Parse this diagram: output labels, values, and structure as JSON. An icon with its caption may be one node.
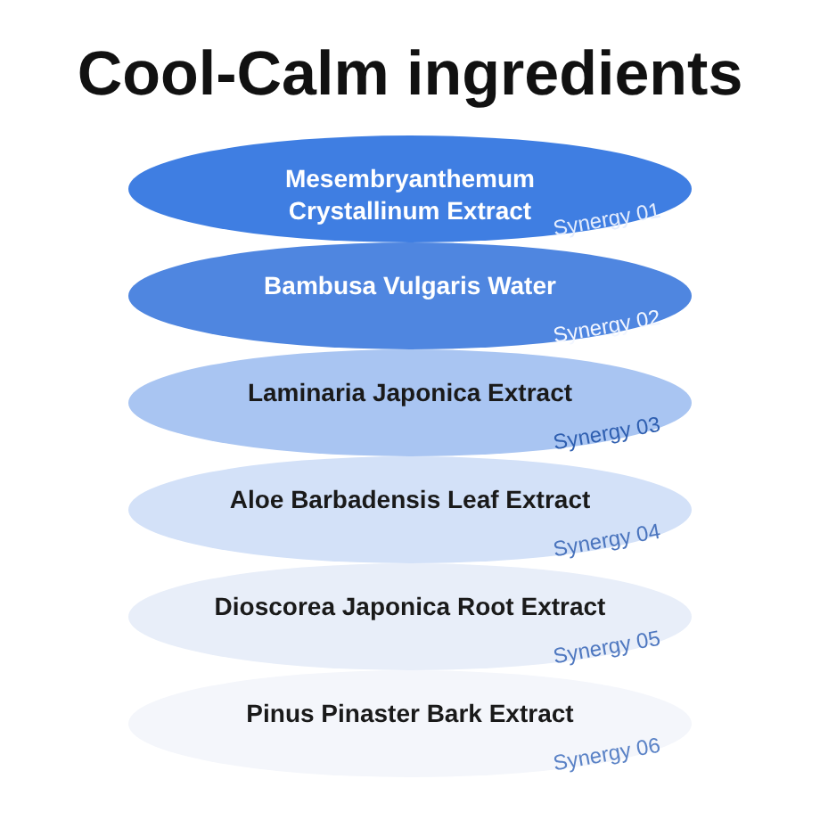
{
  "diagram": {
    "title": "Cool-Calm ingredients",
    "nodes": [
      {
        "text": [
          "Mesembryanthemum Crystallinum Extract",
          "Synergy 01"
        ]
      },
      {
        "text": [
          "Bambusa Vulgaris Water",
          "Synergy 02"
        ]
      },
      {
        "text": [
          "Laminaria Japonica Extract",
          "Synergy 03"
        ]
      },
      {
        "text": [
          "Aloe Barbadensis Leaf Extract",
          "Synergy 04"
        ]
      },
      {
        "text": [
          "Dioscorea Japonica Root Extract",
          "Synergy 05"
        ]
      },
      {
        "text": [
          "Pinus Pinaster Bark Extract",
          "Synergy 06"
        ]
      }
    ]
  }
}
